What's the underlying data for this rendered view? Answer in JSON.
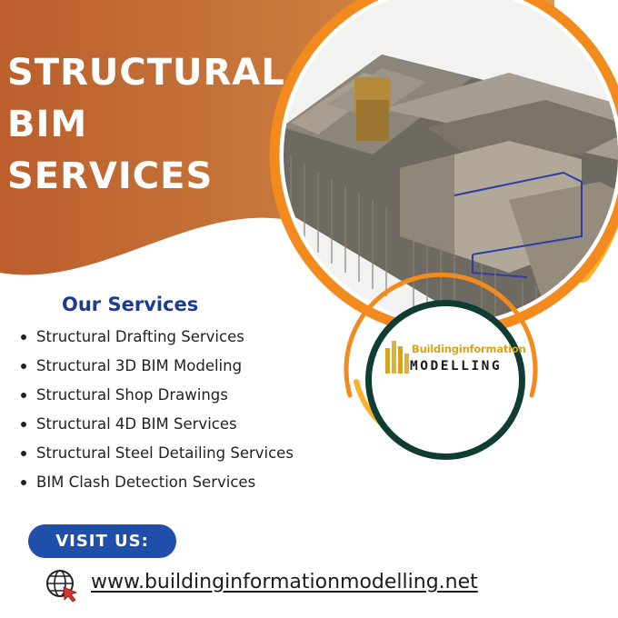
{
  "headline": [
    "STRUCTURAL",
    "BIM",
    "SERVICES"
  ],
  "services": {
    "title": "Our Services",
    "items": [
      "Structural Drafting Services",
      "Structural 3D BIM Modeling",
      "Structural Shop Drawings",
      "Structural 4D BIM Services",
      "Structural Steel Detailing Services",
      "BIM Clash Detection Services"
    ]
  },
  "visit_button": "VISIT US:",
  "website": "www.buildinginformationmodelling.net",
  "logo": {
    "top_text": "Buildinginformation",
    "bottom_text": "MODELLING"
  },
  "colors": {
    "banner_orange": "#c7743b",
    "ring_orange": "#f28a1e",
    "ring_yellow": "#f7b32b",
    "navy_text": "#1d3c8f",
    "button_blue": "#1f4faa",
    "logo_ring": "#103d33",
    "logo_gold": "#d8a21b"
  },
  "icons": [
    "globe-icon",
    "cursor-icon",
    "building-bars-icon",
    "bim-building-image"
  ]
}
